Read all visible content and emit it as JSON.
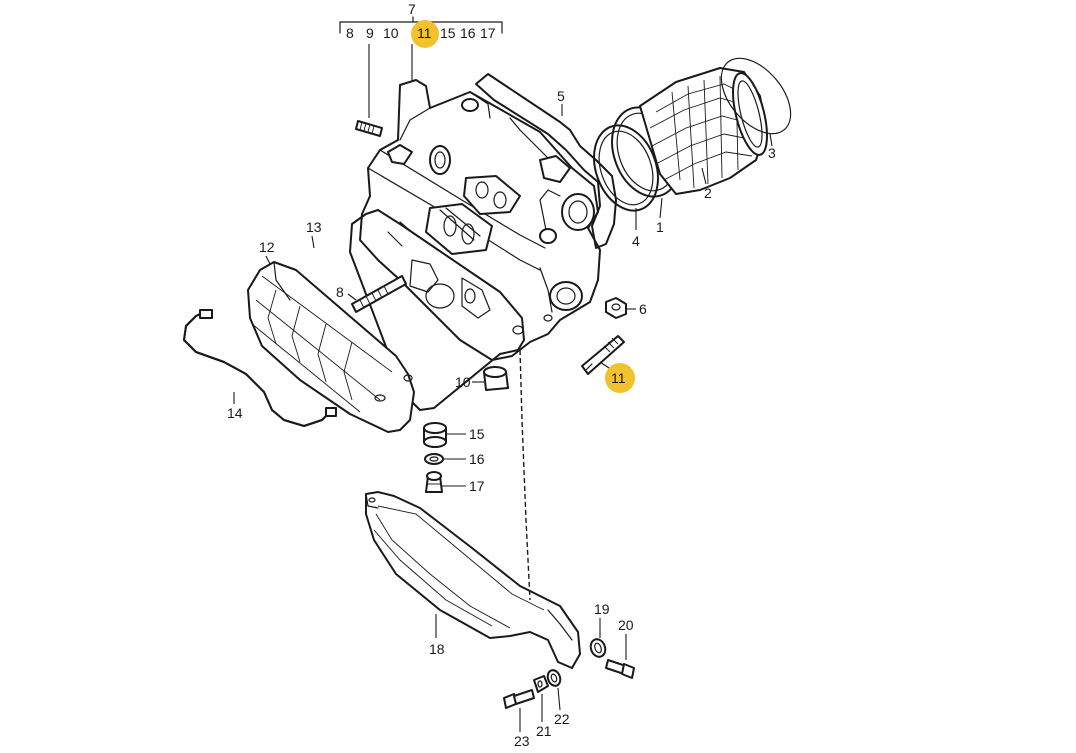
{
  "callouts": {
    "bracket_header": "7",
    "bracket_items": [
      "8",
      "9",
      "10",
      "11",
      "15",
      "16",
      "17"
    ],
    "highlighted_item": "11",
    "parts": {
      "p1": "1",
      "p2": "2",
      "p3": "3",
      "p4": "4",
      "p5": "5",
      "p6": "6",
      "p8": "8",
      "p10": "10",
      "p11": "11",
      "p12": "12",
      "p13": "13",
      "p14": "14",
      "p15": "15",
      "p16": "16",
      "p17": "17",
      "p18": "18",
      "p19": "19",
      "p20": "20",
      "p21": "21",
      "p22": "22",
      "p23": "23"
    }
  },
  "colors": {
    "line": "#1a1a1a",
    "highlight": "#f2c12e",
    "background": "#ffffff"
  }
}
